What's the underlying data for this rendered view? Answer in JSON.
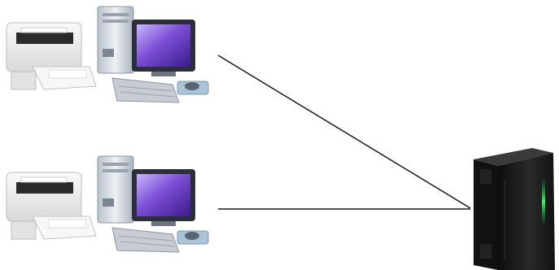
{
  "diagram": {
    "background": "#ffffff",
    "nodes": [
      {
        "id": "station-1",
        "components": [
          "document-scanner-icon",
          "desktop-computer-icon"
        ]
      },
      {
        "id": "station-2",
        "components": [
          "document-scanner-icon",
          "desktop-computer-icon"
        ]
      },
      {
        "id": "server",
        "components": [
          "server-tower-icon"
        ]
      }
    ],
    "connections": [
      {
        "from": "station-1",
        "to": "server"
      },
      {
        "from": "station-2",
        "to": "server"
      }
    ],
    "colors": {
      "connector": "#1a1a1a",
      "screen": "#7b4fd6",
      "server_body": "#1b1b1b",
      "server_light": "#2fd14a",
      "scanner_body": "#f0f0f0"
    }
  }
}
